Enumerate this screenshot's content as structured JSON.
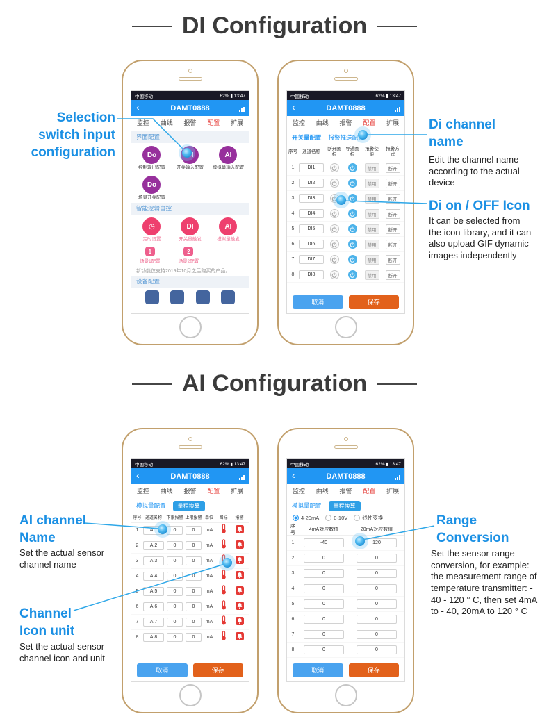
{
  "titles": {
    "di": "DI Configuration",
    "ai": "AI Configuration"
  },
  "callouts": {
    "selection": {
      "lines": [
        "Selection",
        "switch input",
        "configuration"
      ]
    },
    "di_channel": {
      "lines": [
        "Di channel",
        "name"
      ],
      "body": "Edit the channel name according to the actual device"
    },
    "di_icon": {
      "lines": [
        "Di on / OFF Icon"
      ],
      "body": "It can be selected from the icon library, and it can also upload GIF dynamic images independently"
    },
    "ai_channel": {
      "lines": [
        "AI channel",
        "Name"
      ],
      "body": "Set the actual sensor channel name"
    },
    "channel_icon": {
      "lines": [
        "Channel",
        "Icon unit"
      ],
      "body": "Set the actual sensor channel icon and unit"
    },
    "range": {
      "lines": [
        "Range",
        "Conversion"
      ],
      "body": "Set the sensor range conversion, for example: the measurement range of temperature transmitter: - 40 - 120 ° C, then set 4mA to - 40, 20mA to 120 ° C"
    }
  },
  "status": {
    "left": "中国移动",
    "right": "62% ▮ 13:47"
  },
  "app": {
    "back": "‹",
    "title": "DAMT0888",
    "tabs": [
      "监控",
      "曲线",
      "报警",
      "配置",
      "扩展"
    ]
  },
  "phone1": {
    "section_interface": "界面配置",
    "interface_row1": [
      {
        "badge": "Do",
        "label": "控制输出配置"
      },
      {
        "badge": "DI",
        "label": "开关输入配置"
      },
      {
        "badge": "AI",
        "label": "模拟量输入配置"
      }
    ],
    "interface_row2": [
      {
        "badge": "Do",
        "label": "场景开关配置"
      }
    ],
    "section_logic": "智能逻辑自控",
    "logic_row": [
      {
        "badge": "◷",
        "label": "定时设置"
      },
      {
        "badge": "DI",
        "label": "开关量触发"
      },
      {
        "badge": "AI",
        "label": "模拟量触发"
      }
    ],
    "scene_row": [
      {
        "badge": "1",
        "label": "场景1配置"
      },
      {
        "badge": "2",
        "label": "场景2配置"
      }
    ],
    "notice": "新功能仅支持2019年10月之后购买的产品。",
    "section_device": "设备配置",
    "device_icons": [
      {
        "name": "mail-icon",
        "glyph": "✉"
      },
      {
        "name": "phone-icon",
        "glyph": "☏"
      },
      {
        "name": "gear-icon",
        "glyph": "⚙"
      },
      {
        "name": "cloud-icon",
        "glyph": "☁"
      }
    ]
  },
  "phone2": {
    "subtabs": [
      "开关量配置",
      "报警推送配置"
    ],
    "headers": [
      "序号",
      "通道名称",
      "断开图标",
      "导通图标",
      "报警使能",
      "报警方式"
    ],
    "rows": [
      {
        "no": "1",
        "name": "DI1",
        "enable": "禁用",
        "mode": "断开"
      },
      {
        "no": "2",
        "name": "DI2",
        "enable": "禁用",
        "mode": "断开"
      },
      {
        "no": "3",
        "name": "DI3",
        "enable": "禁用",
        "mode": "断开"
      },
      {
        "no": "4",
        "name": "DI4",
        "enable": "禁用",
        "mode": "断开"
      },
      {
        "no": "5",
        "name": "DI5",
        "enable": "禁用",
        "mode": "断开"
      },
      {
        "no": "6",
        "name": "DI6",
        "enable": "禁用",
        "mode": "断开"
      },
      {
        "no": "7",
        "name": "DI7",
        "enable": "禁用",
        "mode": "断开"
      },
      {
        "no": "8",
        "name": "DI8",
        "enable": "禁用",
        "mode": "断开"
      }
    ],
    "cancel": "取消",
    "save": "保存"
  },
  "phone3": {
    "subtabs": [
      "模拟量配置",
      "量程换算"
    ],
    "headers": [
      "序号",
      "通道名称",
      "下限报警",
      "上限报警",
      "单位",
      "图标",
      "报警"
    ],
    "rows": [
      {
        "no": "1",
        "name": "AI1",
        "low": "0",
        "high": "0",
        "unit": "mA"
      },
      {
        "no": "2",
        "name": "AI2",
        "low": "0",
        "high": "0",
        "unit": "mA"
      },
      {
        "no": "3",
        "name": "AI3",
        "low": "0",
        "high": "0",
        "unit": "mA"
      },
      {
        "no": "4",
        "name": "AI4",
        "low": "0",
        "high": "0",
        "unit": "mA"
      },
      {
        "no": "5",
        "name": "AI5",
        "low": "0",
        "high": "0",
        "unit": "mA"
      },
      {
        "no": "6",
        "name": "AI6",
        "low": "0",
        "high": "0",
        "unit": "mA"
      },
      {
        "no": "7",
        "name": "AI7",
        "low": "0",
        "high": "0",
        "unit": "mA"
      },
      {
        "no": "8",
        "name": "AI8",
        "low": "0",
        "high": "0",
        "unit": "mA"
      }
    ],
    "cancel": "取消",
    "save": "保存"
  },
  "phone4": {
    "subtabs": [
      "模拟量配置",
      "量程换算"
    ],
    "options": [
      {
        "label": "4-20mA",
        "selected": true
      },
      {
        "label": "0-10V",
        "selected": false
      },
      {
        "label": "线性变换",
        "selected": false
      }
    ],
    "headers": [
      "序号",
      "4mA对应数值",
      "20mA对应数值"
    ],
    "rows": [
      {
        "no": "1",
        "v4": "-40",
        "v20": "120"
      },
      {
        "no": "2",
        "v4": "0",
        "v20": "0"
      },
      {
        "no": "3",
        "v4": "0",
        "v20": "0"
      },
      {
        "no": "4",
        "v4": "0",
        "v20": "0"
      },
      {
        "no": "5",
        "v4": "0",
        "v20": "0"
      },
      {
        "no": "6",
        "v4": "0",
        "v20": "0"
      },
      {
        "no": "7",
        "v4": "0",
        "v20": "0"
      },
      {
        "no": "8",
        "v4": "0",
        "v20": "0"
      }
    ],
    "cancel": "取消",
    "save": "保存"
  }
}
